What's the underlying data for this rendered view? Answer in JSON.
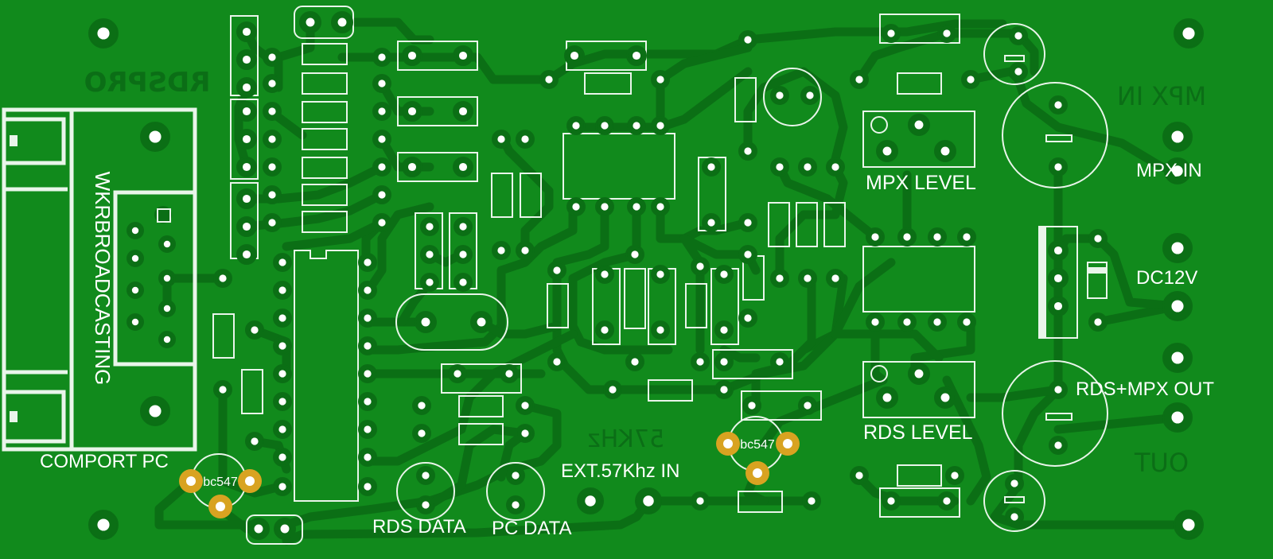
{
  "board": {
    "title": "RDSPRO",
    "colors": {
      "substrate": "#118a1c",
      "copper": "#0b6f15",
      "silkscreen": "#ffffff",
      "gold_pad": "#d8a321"
    }
  },
  "labels": {
    "brand_mirrored": "WKRBROADCASTING",
    "title_mirrored": "RDSPRO",
    "comport": "COMPORT PC",
    "mpx_level": "MPX LEVEL",
    "rds_level": "RDS LEVEL",
    "mpx_in": "MPX IN",
    "mpx_in_mirrored": "MPX IN",
    "dc12v": "DC12V",
    "rds_mpx_out": "RDS+MPX OUT",
    "out_mirrored": "OUT",
    "ext_57khz": "EXT.57Khz IN",
    "khz_mirrored": "57KHz",
    "rds_data": "RDS DATA",
    "pc_data": "PC DATA"
  },
  "transistors": [
    {
      "id": "q1",
      "label": "bc547"
    },
    {
      "id": "q2",
      "label": "bc547"
    }
  ]
}
